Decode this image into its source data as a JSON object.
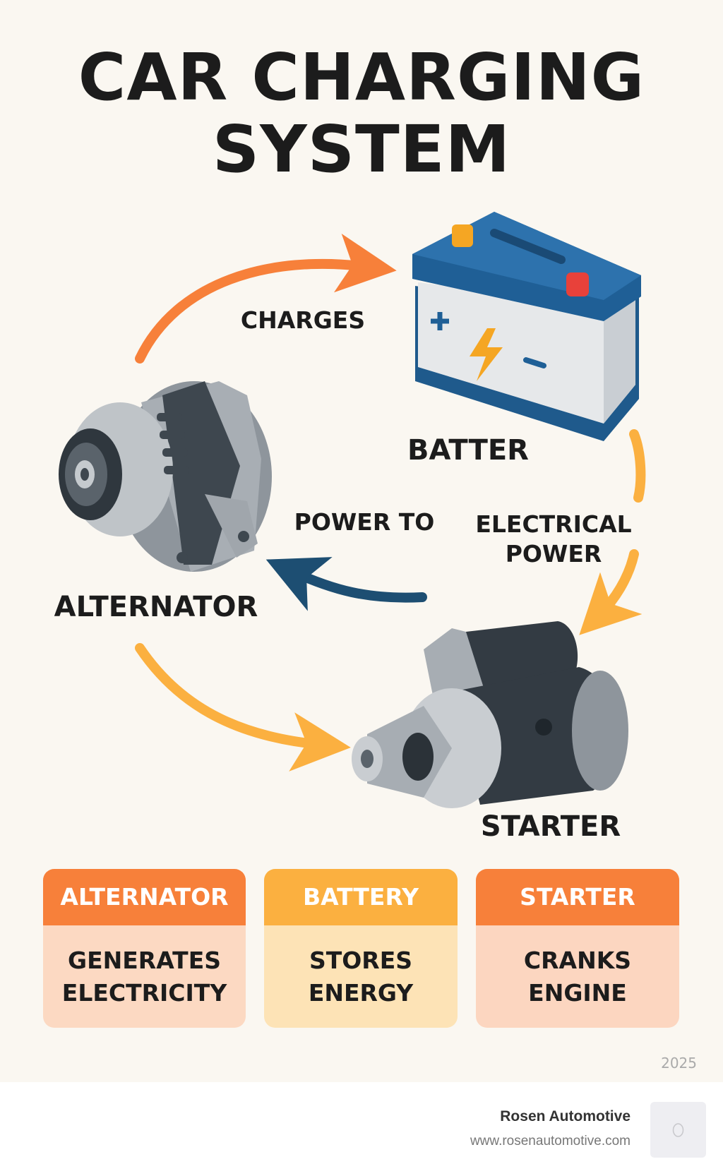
{
  "title": {
    "line1": "CAR CHARGING",
    "line2": "SYSTEM"
  },
  "diagram": {
    "charges": "CHARGES",
    "battery": "BATTER",
    "power_to": "POWER TO",
    "electrical_power": [
      "ELECTRICAL",
      "POWER"
    ],
    "alternator": "ALTERNATOR",
    "starter": "STARTER"
  },
  "cards": [
    {
      "title": "ALTERNATOR",
      "lines": [
        "GENERATES",
        "ELECTRICITY"
      ],
      "header_color": "#f7803a",
      "body_color": "#fcd9c2"
    },
    {
      "title": "BATTERY",
      "lines": [
        "STORES",
        "ENERGY"
      ],
      "header_color": "#fbb040",
      "body_color": "#fde3b6"
    },
    {
      "title": "STARTER",
      "lines": [
        "CRANKS",
        "ENGINE"
      ],
      "header_color": "#f7803a",
      "body_color": "#fcd6c0"
    }
  ],
  "year": "2025",
  "footer": {
    "company": "Rosen Automotive",
    "url": "www.rosenautomotive.com"
  }
}
